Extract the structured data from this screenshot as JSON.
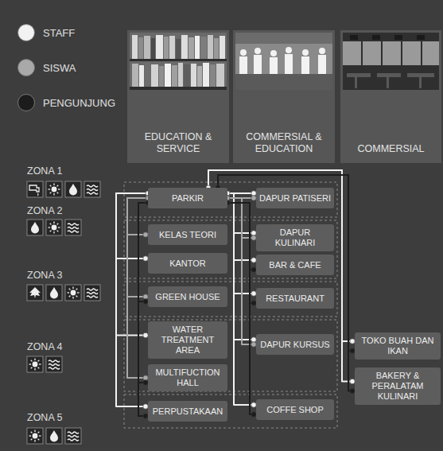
{
  "diagram": {
    "nodes": [
      {
        "text": [
          "EDUCATION & SERVICE"
        ]
      },
      {
        "text": [
          "COMMERSIAL & EDUCATION"
        ]
      },
      {
        "text": [
          "COMMERSIAL"
        ]
      },
      {
        "text": [
          "PARKIR"
        ]
      },
      {
        "text": [
          "DAPUR PATISERI"
        ]
      },
      {
        "text": [
          "KELAS TEORI"
        ]
      },
      {
        "text": [
          "DAPUR KULINARI"
        ]
      },
      {
        "text": [
          "KANTOR"
        ]
      },
      {
        "text": [
          "BAR & CAFE"
        ]
      },
      {
        "text": [
          "GREEN HOUSE"
        ]
      },
      {
        "text": [
          "RESTAURANT"
        ]
      },
      {
        "text": [
          "WATER TREATMENT AREA"
        ]
      },
      {
        "text": [
          "DAPUR KURSUS"
        ]
      },
      {
        "text": [
          "TOKO BUAH DAN IKAN"
        ]
      },
      {
        "text": [
          "MULTIFUCTION HALL"
        ]
      },
      {
        "text": [
          "BAKERY & PERALATAM KULINARI"
        ]
      },
      {
        "text": [
          "PERPUSTAKAAN"
        ]
      },
      {
        "text": [
          "COFFE SHOP"
        ]
      }
    ],
    "edges": [
      {
        "from": 3,
        "to": 7,
        "arrow": "none"
      },
      {
        "from": 3,
        "to": 11,
        "arrow": "none"
      },
      {
        "from": 3,
        "to": 16,
        "arrow": "none"
      },
      {
        "from": 3,
        "to": 4,
        "arrow": "none"
      },
      {
        "from": 3,
        "to": 6,
        "arrow": "none"
      },
      {
        "from": 3,
        "to": 8,
        "arrow": "none"
      },
      {
        "from": 3,
        "to": 10,
        "arrow": "none"
      },
      {
        "from": 3,
        "to": 12,
        "arrow": "none"
      },
      {
        "from": 3,
        "to": 17,
        "arrow": "none"
      },
      {
        "from": 3,
        "to": 13,
        "arrow": "none"
      },
      {
        "from": 3,
        "to": 15,
        "arrow": "none"
      },
      {
        "from": 3,
        "to": 5,
        "arrow": "none"
      },
      {
        "from": 3,
        "to": 9,
        "arrow": "none"
      },
      {
        "from": 3,
        "to": 14,
        "arrow": "none"
      },
      {
        "from": 3,
        "to": 4,
        "arrow": "none"
      },
      {
        "from": 3,
        "to": 6,
        "arrow": "none"
      },
      {
        "from": 3,
        "to": 12,
        "arrow": "none"
      },
      {
        "from": 3,
        "to": 9,
        "arrow": "none"
      },
      {
        "from": 3,
        "to": 14,
        "arrow": "none"
      },
      {
        "from": 3,
        "to": 16,
        "arrow": "none"
      },
      {
        "from": 3,
        "to": 8,
        "arrow": "none"
      },
      {
        "from": 3,
        "to": 10,
        "arrow": "none"
      },
      {
        "from": 3,
        "to": 17,
        "arrow": "none"
      },
      {
        "from": 3,
        "to": 13,
        "arrow": "none"
      },
      {
        "from": 3,
        "to": 15,
        "arrow": "none"
      }
    ],
    "labels": [
      "ZONA 1",
      "ZONA 2",
      "ZONA 3",
      "ZONA 4",
      "ZONA 5"
    ],
    "legend": [
      {
        "text": "STAFF",
        "color": "#f2f2f2"
      },
      {
        "text": "SISWA",
        "color": "#a9a9a9"
      },
      {
        "text": "PENGUNJUNG",
        "color": "#1c1c1c"
      }
    ]
  }
}
